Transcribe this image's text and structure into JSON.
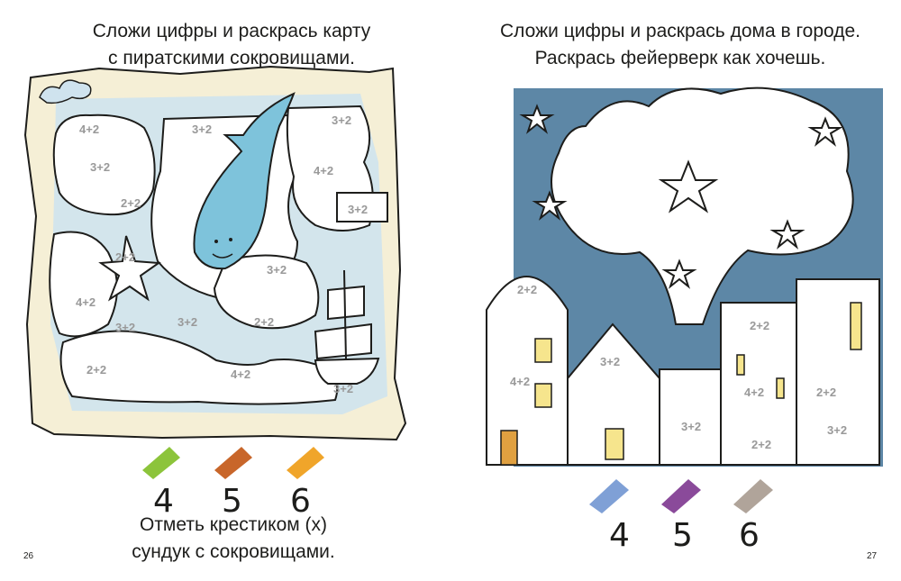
{
  "left_page": {
    "title_line1": "Сложи цифры и раскрась карту",
    "title_line2": "с пиратскими сокровищами.",
    "footer_line1": "Отметь крестиком (х)",
    "footer_line2": "сундук с сокровищами.",
    "page_number": "26",
    "sums": [
      "4+2",
      "3+2",
      "3+2",
      "2+2",
      "3+2",
      "4+2",
      "3+2",
      "2+2",
      "3+2",
      "4+2",
      "3+2",
      "3+2",
      "2+2",
      "2+2",
      "4+2",
      "3+2"
    ],
    "palette": [
      {
        "digit": "4",
        "color": "#8cc43b"
      },
      {
        "digit": "5",
        "color": "#c8662a"
      },
      {
        "digit": "6",
        "color": "#f0a52a"
      }
    ]
  },
  "right_page": {
    "title_line1": "Сложи цифры и раскрась дома в городе.",
    "title_line2": "Раскрась фейерверк как хочешь.",
    "page_number": "27",
    "sums": [
      "2+2",
      "2+2",
      "3+2",
      "4+2",
      "3+2",
      "4+2",
      "2+2",
      "3+2",
      "2+2"
    ],
    "palette": [
      {
        "digit": "4",
        "color": "#7fa0d6"
      },
      {
        "digit": "5",
        "color": "#8a4a9a"
      },
      {
        "digit": "6",
        "color": "#b0a49a"
      }
    ]
  },
  "colors": {
    "map_background": "#f5efd6",
    "sea_glow": "#cfe3ee",
    "whale": "#7ec3db",
    "sky": "#5d87a6"
  }
}
